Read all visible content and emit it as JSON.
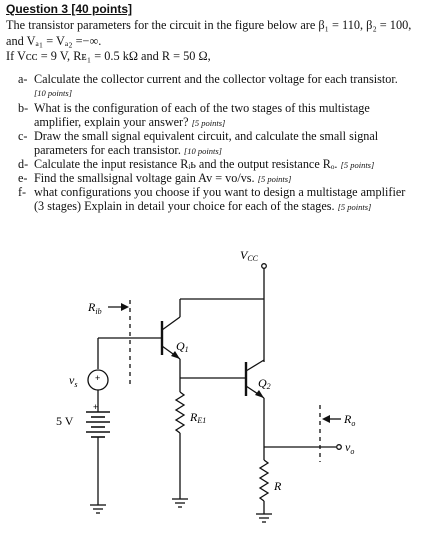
{
  "question": {
    "title": "Question 3 [40 points]",
    "intro_lines": [
      "The transistor parameters for the circuit in the figure below are β₁ = 110, β₂ = 100,",
      "and Vₐ₁ = Vₐ₂ =−∞.",
      "If Vᴄᴄ = 9 V, Rᴇ₁ = 0.5 kΩ and R = 50 Ω,"
    ],
    "items": [
      {
        "marker": "a-",
        "lines": [
          "Calculate the collector current and the collector voltage for each transistor."
        ],
        "points": "[10 points]"
      },
      {
        "marker": "b-",
        "lines": [
          "What is the configuration of each of the two stages of this multistage",
          "amplifier, explain your answer?"
        ],
        "points": "[5 points]"
      },
      {
        "marker": "c-",
        "lines": [
          "Draw the small signal equivalent circuit, and calculate the small signal",
          "parameters for each transistor."
        ],
        "points": "[10 points]"
      },
      {
        "marker": "d-",
        "lines": [
          "Calculate the input resistance Rᵢь and the output resistance Rₒ."
        ],
        "points": "[5 points]"
      },
      {
        "marker": "e-",
        "lines": [
          "Find the smallsignal voltage gain Av = vo/vs."
        ],
        "points": "[5 points]"
      },
      {
        "marker": "f-",
        "lines": [
          "what configurations you choose if you want to design a multistage amplifier",
          "(3 stages) Explain in detail your choice for each of the stages."
        ],
        "points": "[5 points]"
      }
    ]
  },
  "circuit": {
    "vcc_label": "V",
    "vcc_sub": "CC",
    "rib_label": "R",
    "rib_sub": "ib",
    "q1_label": "Q",
    "q1_sub": "1",
    "q2_label": "Q",
    "q2_sub": "2",
    "vs_label": "v",
    "vs_sub": "s",
    "plus_sign": "+",
    "battery_label": "5 V",
    "re1_label": "R",
    "re1_sub": "E1",
    "r_label": "R",
    "ro_label": "R",
    "ro_sub": "o",
    "vo_label": "v",
    "vo_sub": "o"
  }
}
